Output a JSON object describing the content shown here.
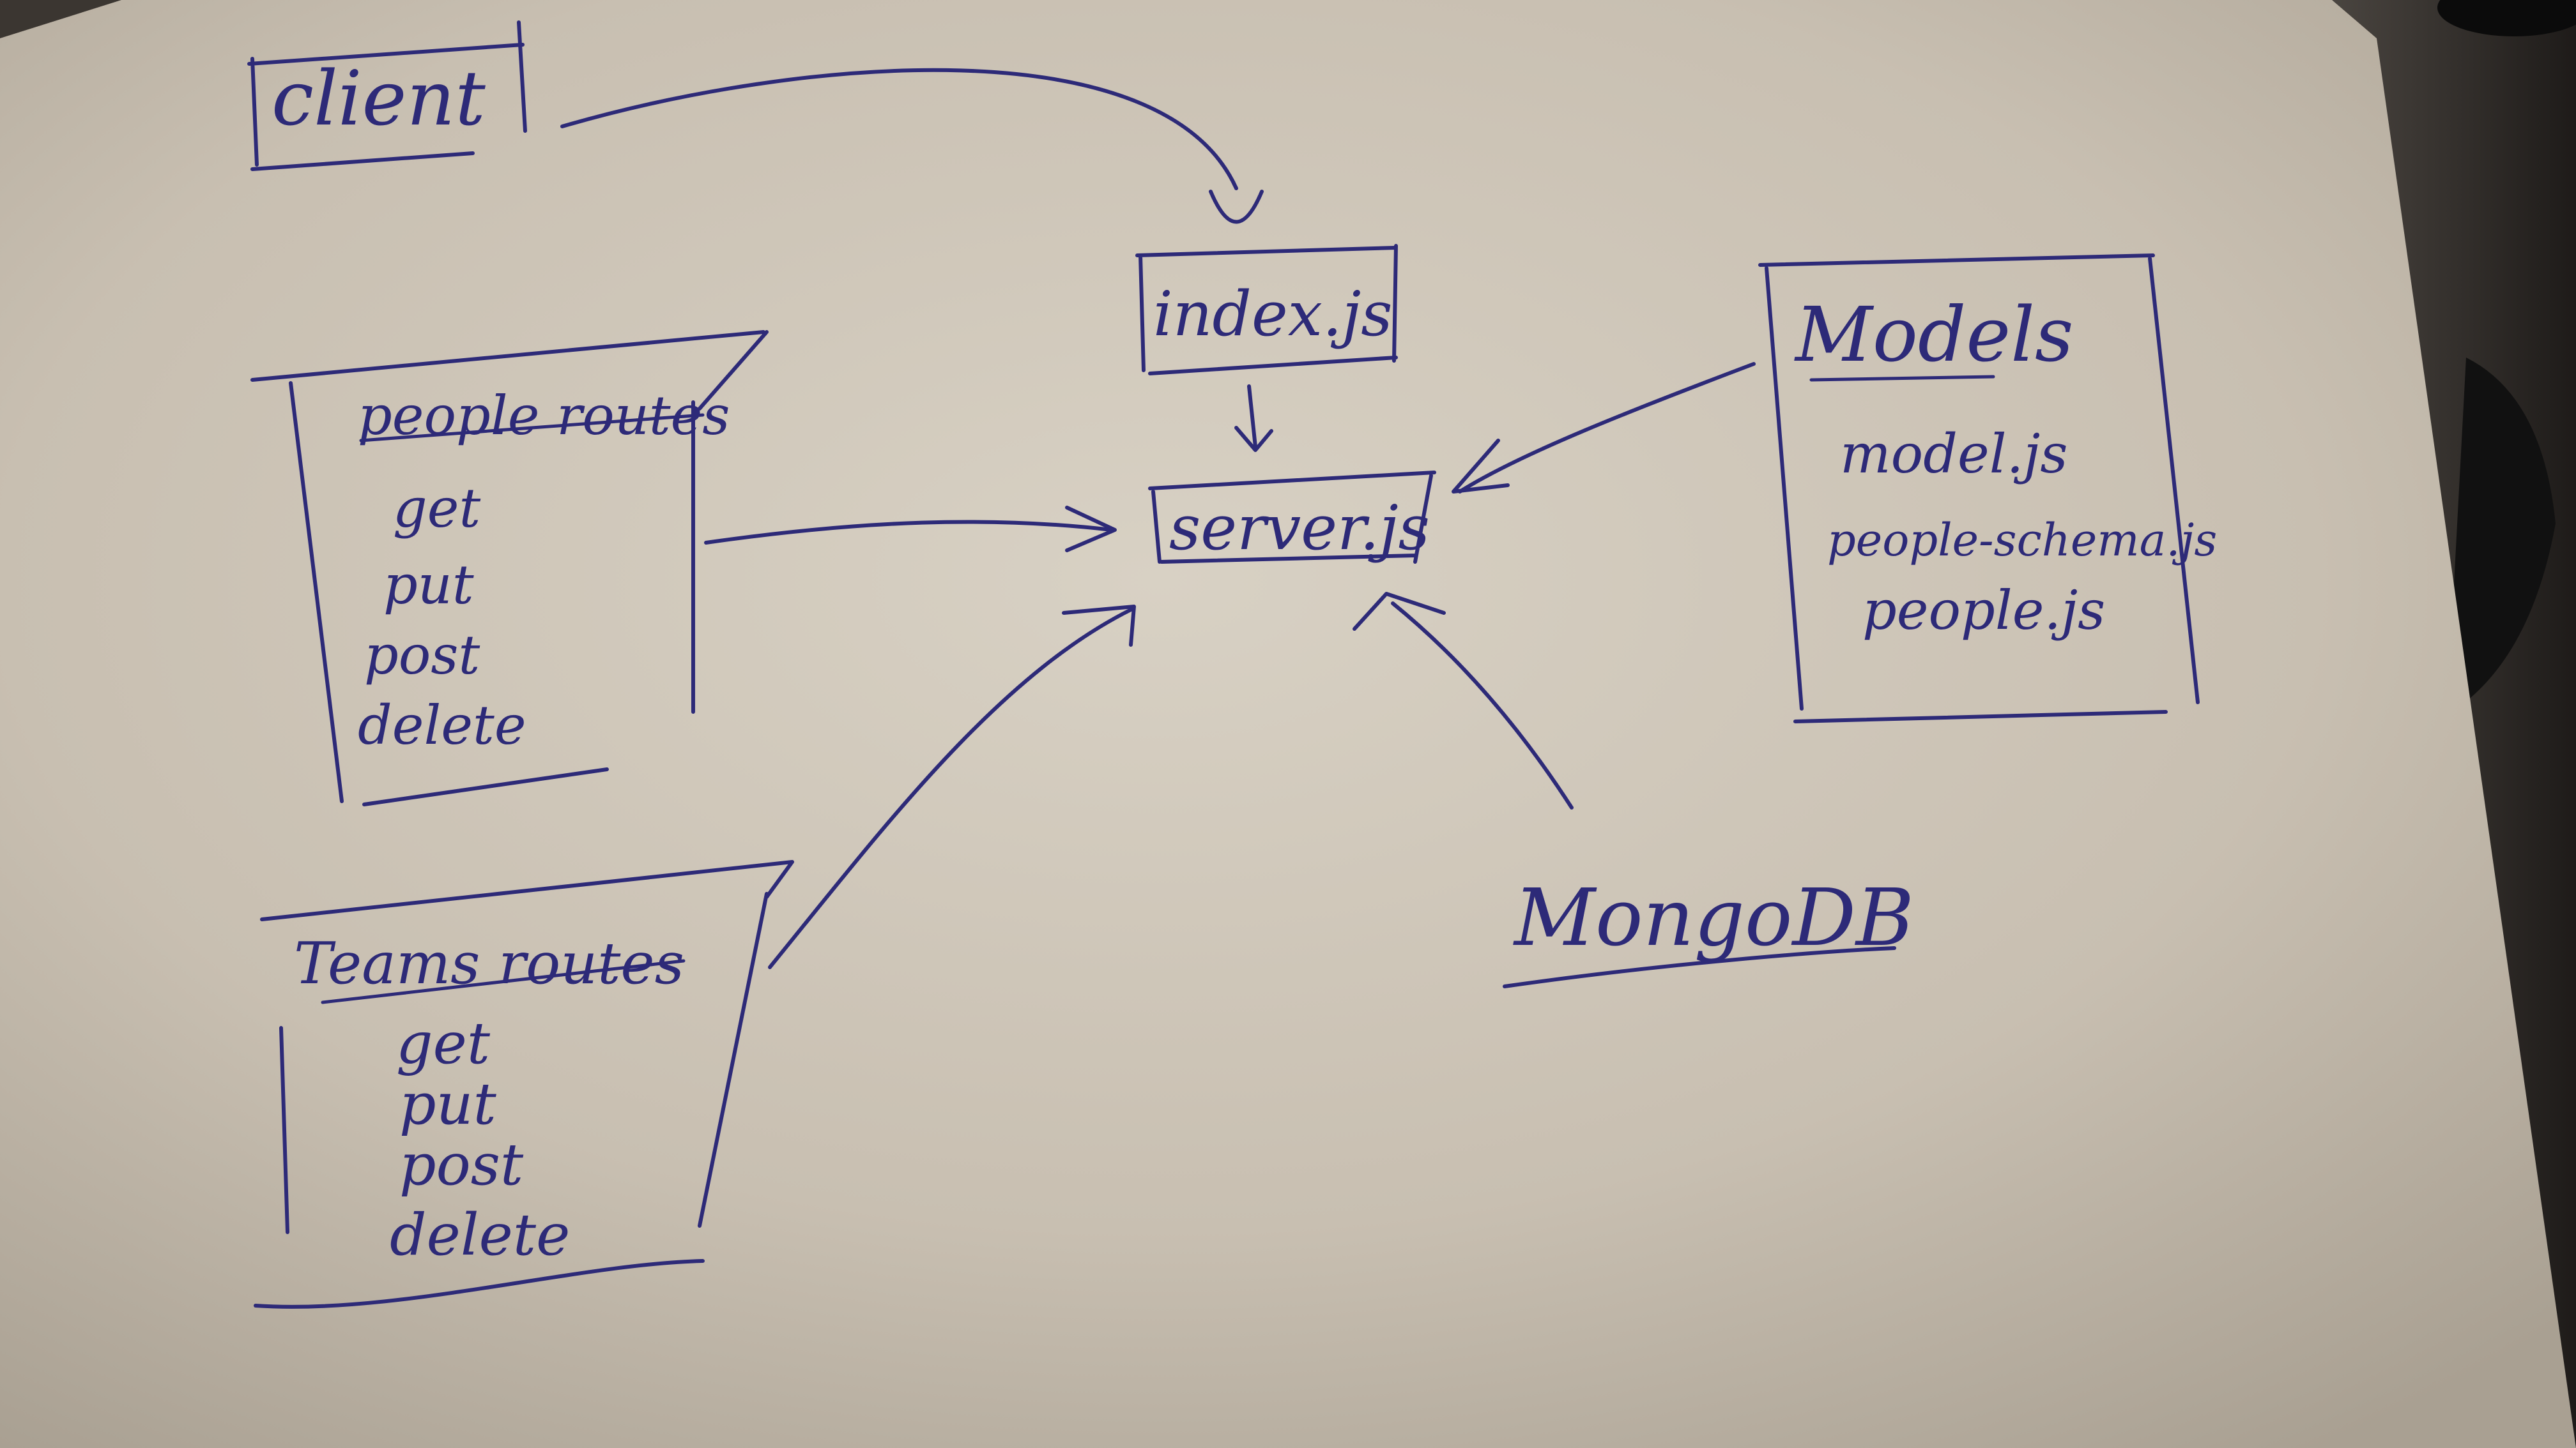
{
  "ink_color": "#2d2a78",
  "paper_color": "#c9c1b4",
  "nodes": {
    "client": {
      "label": "client"
    },
    "index": {
      "label": "index.js"
    },
    "server": {
      "label": "server.js"
    },
    "people_routes": {
      "title": "people routes",
      "items": [
        "get",
        "put",
        "post",
        "delete"
      ]
    },
    "teams_routes": {
      "title": "Teams routes",
      "items": [
        "get",
        "put",
        "post",
        "delete"
      ]
    },
    "models": {
      "title": "Models",
      "items": [
        "model.js",
        "people-schema.js",
        "people.js"
      ]
    },
    "mongodb": {
      "label": "MongoDB"
    }
  }
}
